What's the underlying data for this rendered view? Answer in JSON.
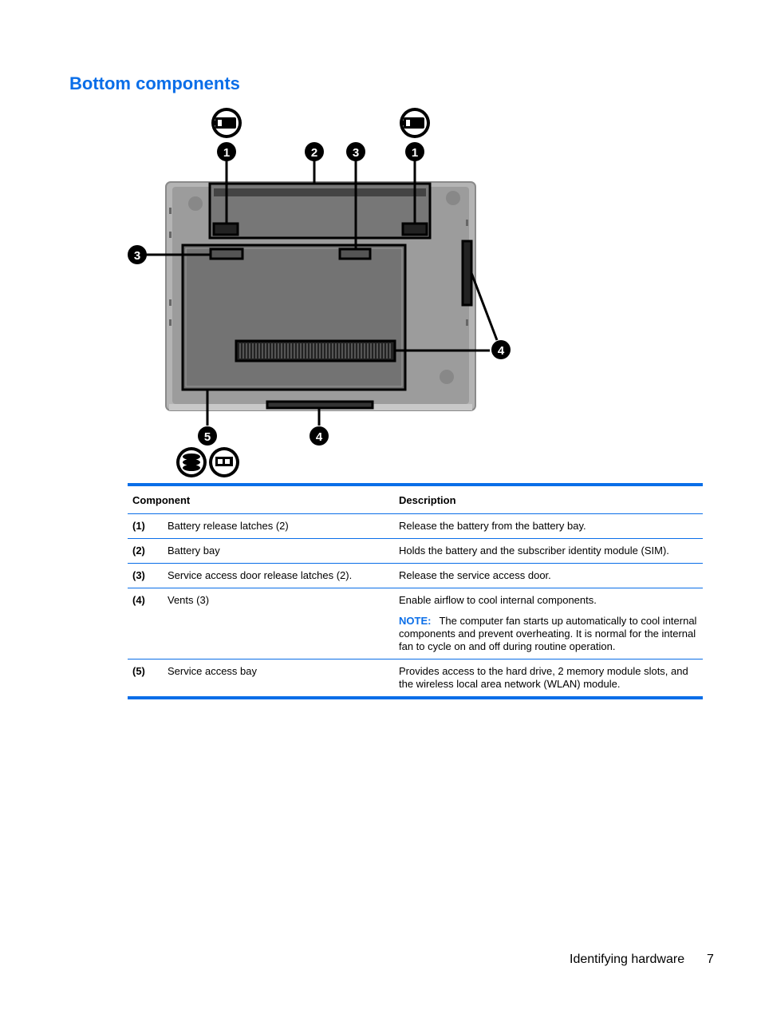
{
  "section_title": "Bottom components",
  "figure": {
    "callouts": [
      "1",
      "2",
      "3",
      "1",
      "3",
      "4",
      "5",
      "4"
    ]
  },
  "table": {
    "headers": {
      "component": "Component",
      "description": "Description"
    },
    "rows": [
      {
        "num": "(1)",
        "name": "Battery release latches (2)",
        "description": "Release the battery from the battery bay."
      },
      {
        "num": "(2)",
        "name": "Battery bay",
        "description": "Holds the battery and the subscriber identity module (SIM)."
      },
      {
        "num": "(3)",
        "name": "Service access door release latches (2).",
        "description": "Release the service access door."
      },
      {
        "num": "(4)",
        "name": "Vents (3)",
        "description": "Enable airflow to cool internal components.",
        "note_label": "NOTE:",
        "note_text": "The computer fan starts up automatically to cool internal components and prevent overheating. It is normal for the internal fan to cycle on and off during routine operation."
      },
      {
        "num": "(5)",
        "name": "Service access bay",
        "description": "Provides access to the hard drive, 2 memory module slots, and the wireless local area network (WLAN) module."
      }
    ]
  },
  "footer": {
    "section": "Identifying hardware",
    "page": "7"
  },
  "colors": {
    "accent": "#0a6ee8",
    "callout": "#000000",
    "laptop": "#a9a9a9"
  }
}
